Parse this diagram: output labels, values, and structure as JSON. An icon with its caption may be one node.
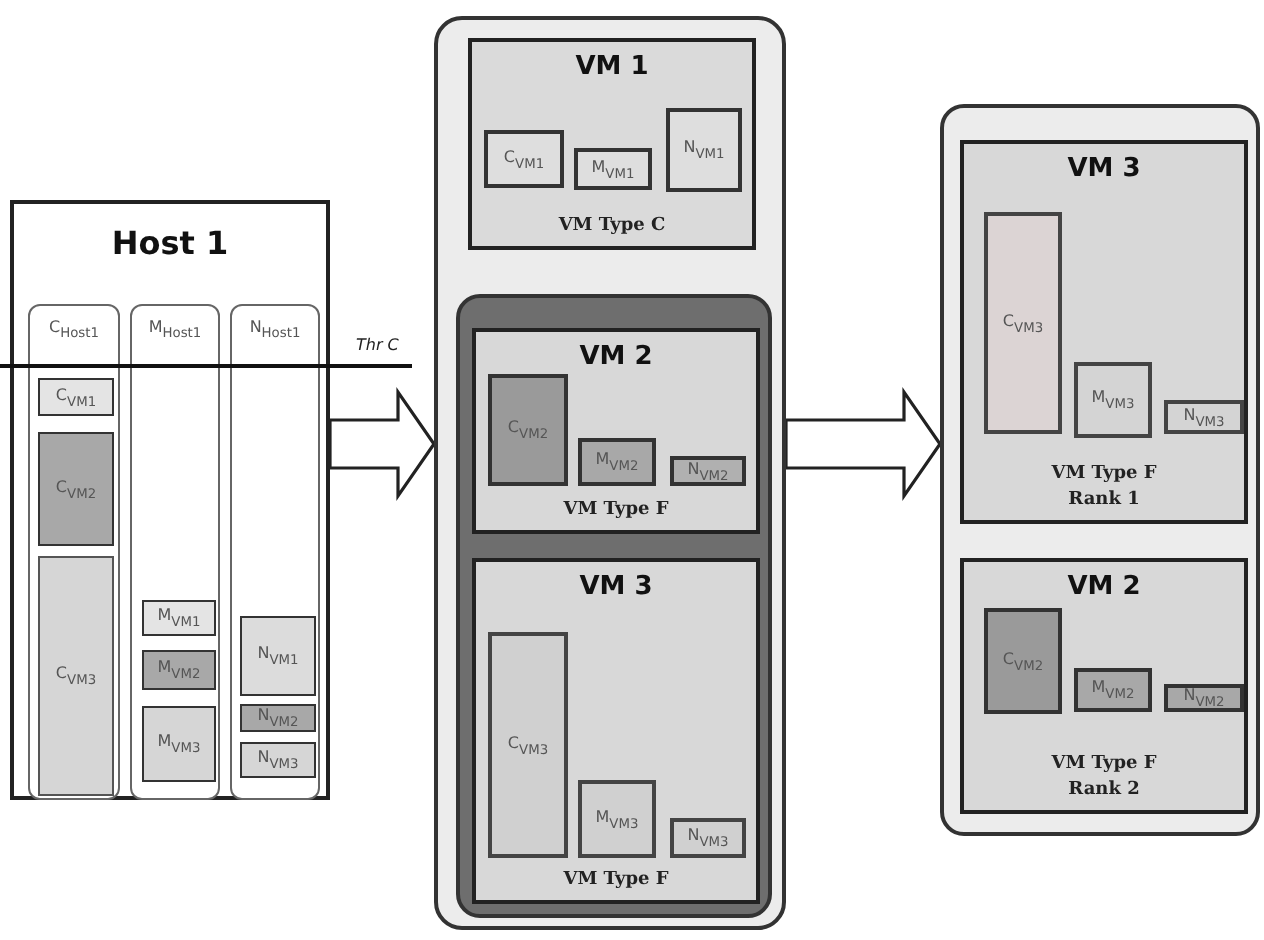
{
  "diagram": {
    "nodes": [
      {
        "text": [
          "Host 1"
        ]
      },
      {
        "text": [
          "C$_{Host1}$"
        ],
        "in": 0
      },
      {
        "text": [
          "C$_{VM1}$"
        ],
        "in": 1
      },
      {
        "text": [
          "C$_{VM2}$"
        ],
        "in": 1
      },
      {
        "text": [
          "C$_{VM3}$"
        ],
        "in": 1
      },
      {
        "text": [
          "M$_{Host1}$"
        ],
        "in": 0
      },
      {
        "text": [
          "M$_{VM1}$"
        ],
        "in": 5
      },
      {
        "text": [
          "M$_{VM2}$"
        ],
        "in": 5
      },
      {
        "text": [
          "M$_{VM3}$"
        ],
        "in": 5
      },
      {
        "text": [
          "N$_{Host1}$"
        ],
        "in": 0
      },
      {
        "text": [
          "N$_{VM1}$"
        ],
        "in": 9
      },
      {
        "text": [
          "N$_{VM2}$"
        ],
        "in": 9
      },
      {
        "text": [
          "N$_{VM3}$"
        ],
        "in": 9
      },
      {
        "text": [],
        "shape": "box"
      },
      {
        "text": [
          "VM 1",
          "VM Type C"
        ],
        "in": 13
      },
      {
        "text": [
          "C$_{VM1}$"
        ],
        "in": 14
      },
      {
        "text": [
          "M$_{VM1}$"
        ],
        "in": 14
      },
      {
        "text": [
          "N$_{VM1}$"
        ],
        "in": 14
      },
      {
        "text": [],
        "shape": "box",
        "in": 13
      },
      {
        "text": [
          "VM 2",
          "VM Type F"
        ],
        "in": 18
      },
      {
        "text": [
          "C$_{VM2}$"
        ],
        "in": 19
      },
      {
        "text": [
          "M$_{VM2}$"
        ],
        "in": 19
      },
      {
        "text": [
          "N$_{VM2}$"
        ],
        "in": 19
      },
      {
        "text": [
          "VM 3",
          "VM Type F"
        ],
        "in": 18
      },
      {
        "text": [
          "C$_{VM3}$"
        ],
        "in": 23
      },
      {
        "text": [
          "M$_{VM3}$"
        ],
        "in": 23
      },
      {
        "text": [
          "N$_{VM3}$"
        ],
        "in": 23
      },
      {
        "text": [],
        "shape": "box"
      },
      {
        "text": [
          "VM 3",
          "VM Type F",
          "Rank 1"
        ],
        "in": 27
      },
      {
        "text": [
          "C$_{VM3}$"
        ],
        "in": 28
      },
      {
        "text": [
          "M$_{VM3}$"
        ],
        "in": 28
      },
      {
        "text": [
          "N$_{VM3}$"
        ],
        "in": 28
      },
      {
        "text": [
          "VM 2",
          "VM Type F",
          "Rank 2"
        ],
        "in": 27
      },
      {
        "text": [
          "C$_{VM2}$"
        ],
        "in": 32
      },
      {
        "text": [
          "M$_{VM2}$"
        ],
        "in": 32
      },
      {
        "text": [
          "N$_{VM2}$"
        ],
        "in": 32
      }
    ],
    "edges": [
      {
        "from": 0,
        "to": 13,
        "arrow": "to"
      },
      {
        "from": 13,
        "to": 27,
        "arrow": "to"
      }
    ],
    "labels": [
      "Thr C"
    ]
  }
}
